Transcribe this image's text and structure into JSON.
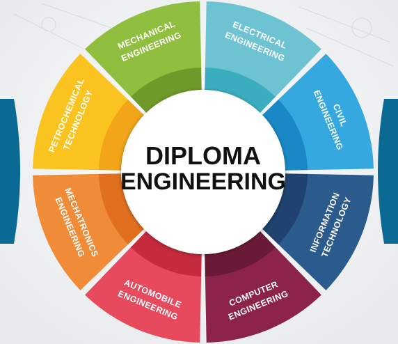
{
  "center": {
    "line1": "DIPLOMA",
    "line2": "ENGINEERING"
  },
  "colors": {
    "left_panel": "#0a6a94",
    "right_panel": "#0a6a94",
    "center_fill": "#ffffff",
    "background": "#f2f3f4"
  },
  "segments": [
    {
      "id": "electrical",
      "line1": "ELECTRICAL",
      "line2": "ENGINEERING",
      "color": "#6ec3d3",
      "inner": "#3aaebf"
    },
    {
      "id": "civil",
      "line1": "CIVIL",
      "line2": "ENGINEERING",
      "color": "#36a8e0",
      "inner": "#1a88c6"
    },
    {
      "id": "information",
      "line1": "INFORMATION",
      "line2": "TECHNOLOGY",
      "color": "#2b5a8c",
      "inner": "#1f436e"
    },
    {
      "id": "computer",
      "line1": "COMPUTER",
      "line2": "ENGINEERING",
      "color": "#8c2348",
      "inner": "#6a1a36"
    },
    {
      "id": "automobile",
      "line1": "AUTOMOBILE",
      "line2": "ENGINEERING",
      "color": "#e64a5c",
      "inner": "#c52a3d"
    },
    {
      "id": "mechatronics",
      "line1": "MECHATRONICS",
      "line2": "ENGINEERING",
      "color": "#f08c38",
      "inner": "#e0701e"
    },
    {
      "id": "petrochemical",
      "line1": "PETROCHEMICAL",
      "line2": "TECHNOLOGY",
      "color": "#fbc31f",
      "inner": "#f3a51a"
    },
    {
      "id": "mechanical",
      "line1": "MECHANICAL",
      "line2": "ENGINEERING",
      "color": "#90be3f",
      "inner": "#6f9a2a"
    }
  ]
}
